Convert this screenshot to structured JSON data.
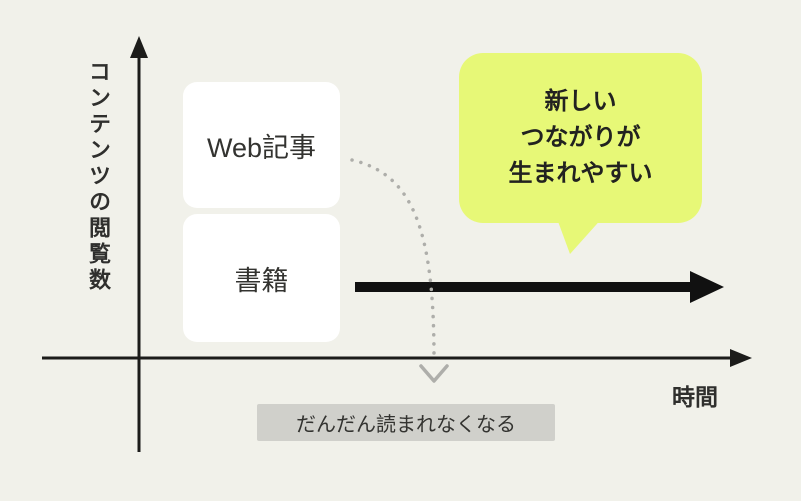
{
  "diagram": {
    "background_color": "#f1f1ea",
    "y_axis_label": "コンテンツの閲覧数",
    "x_axis_label": "時間",
    "nodes": {
      "web_article": "Web記事",
      "book": "書籍"
    },
    "bubble": {
      "color": "#e7f877",
      "lines": [
        "新しい",
        "つながりが",
        "生まれやすい"
      ]
    },
    "decline_label": "だんだん読まれなくなる",
    "colors": {
      "axis": "#1c1c1a",
      "time_arrow": "#111111",
      "dotted_curve": "#aeaeaa",
      "node_bg": "#ffffff",
      "decline_bg": "#d0d0cb"
    }
  }
}
